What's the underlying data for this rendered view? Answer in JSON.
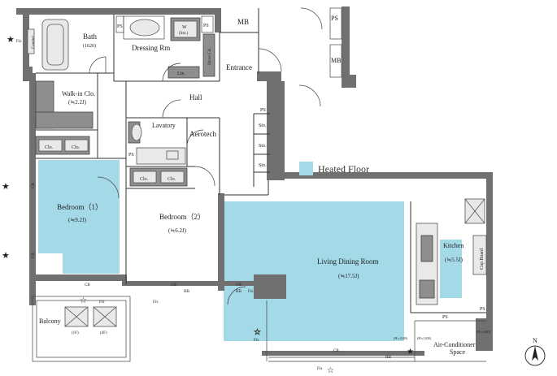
{
  "legend": {
    "label": "Heated Floor",
    "color": "#a4d9e8"
  },
  "rooms": {
    "bath": "Bath",
    "bath_size": "(1620)",
    "dressing": "Dressing Rm",
    "mb_top": "MB",
    "mb_right": "MB",
    "ps_top_right": "PS",
    "ps_dressing": "PS",
    "ps_w": "PS",
    "w": "W",
    "w_sub": "(Sto.)",
    "shoes": "Shoes Clo.",
    "lin": "Lin.",
    "entrance": "Entrance",
    "ps_entrance": "PS",
    "walkin": "Walk-in Clo.",
    "walkin_size": "(≒2.2J)",
    "hall": "Hall",
    "lavatory": "Lavatory",
    "aerotech": "Aerotech",
    "ps_lav": "PS",
    "sto1": "Sto.",
    "sto2": "Sto.",
    "sto3": "Sto.",
    "clo1": "Clo.",
    "clo2": "Clo.",
    "clo3": "Clo.",
    "clo4": "Clo.",
    "counter": "Counter",
    "bedroom1": "Bedroom（1）",
    "bedroom1_size": "(≒9.2J)",
    "bedroom2": "Bedroom（2）",
    "bedroom2_size": "(≒6.2J)",
    "ldk": "Living Dining Room",
    "ldk_size": "(≒17.5J)",
    "kitchen": "Kitchen",
    "kitchen_size": "(≒5.5J)",
    "cup_board": "Cup Board",
    "ps_kitchen1": "PS",
    "ps_kitchen2": "PS",
    "balcony": "Balcony",
    "aircon": "Air-Conditioner",
    "aircon2": "Space",
    "cb1": "CB",
    "cb2": "CB",
    "cb3": "CB",
    "cb4": "CB",
    "cb5": "CB",
    "cb6": "CB",
    "hb1": "HB",
    "hb2": "HB",
    "hb3": "HB",
    "fix1": "Fix",
    "fix2": "Fix",
    "fix3": "Fix",
    "fix4": "Fix",
    "fix5": "Fix",
    "fix6": "Fix",
    "lf1": "(1F)",
    "lf2": "(4F)",
    "h1": "(H≒2100)",
    "h2": "(H≒1200)",
    "h3": "(H≒1200)",
    "north": "N"
  }
}
